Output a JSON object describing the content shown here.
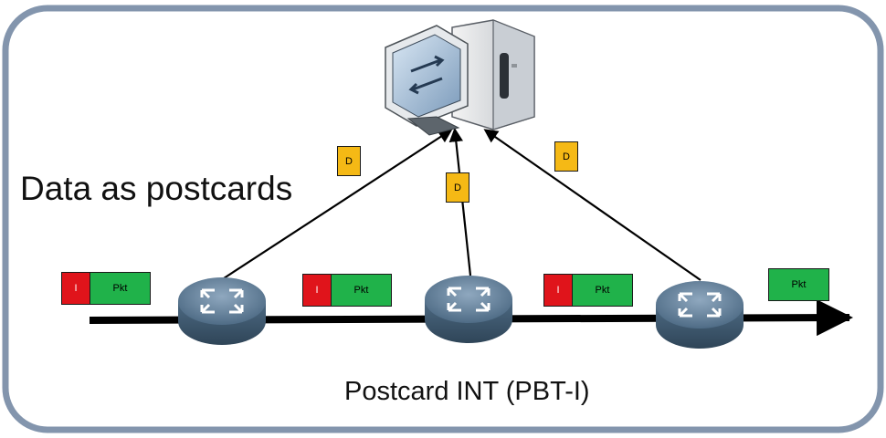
{
  "side_label": "Data as postcards",
  "caption": "Postcard INT (PBT-I)",
  "data_tag": "D",
  "int_tag": "I",
  "packet_tag": "Pkt",
  "colors": {
    "frame_stroke": "#8395ad",
    "data_tag": "#f5b915",
    "int_tag": "#e0141b",
    "packet_tag": "#20b24a",
    "router": "#5f7d97"
  },
  "icons": [
    "monitoring-server-icon",
    "router-icon"
  ]
}
